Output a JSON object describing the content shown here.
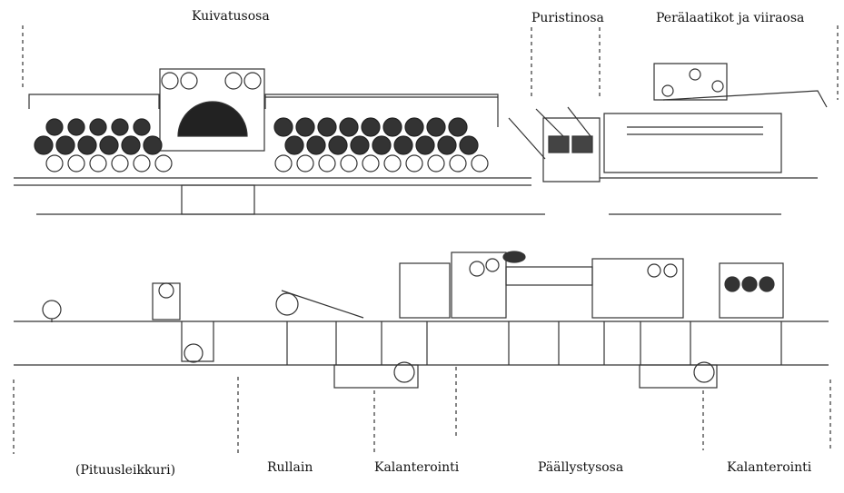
{
  "diagram": {
    "top_labels": {
      "dryer": "Kuivatusosa",
      "press": "Puristinosa",
      "headbox_wire": "Perälaatikot ja viiraosa"
    },
    "bottom_labels": {
      "slitter": "(Pituusleikkuri)",
      "reel": "Rullain",
      "calender_1": "Kalanterointi",
      "coating": "Päällystysosa",
      "calender_2": "Kalanterointi"
    }
  }
}
